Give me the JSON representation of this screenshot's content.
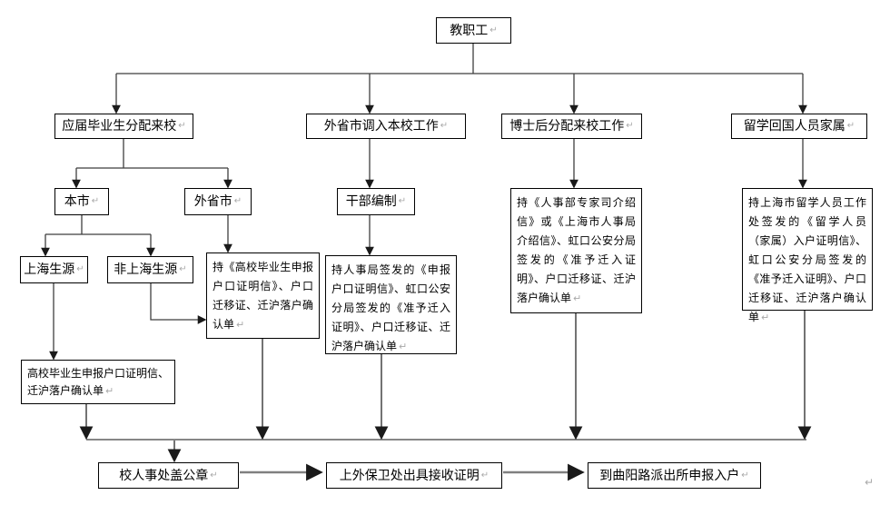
{
  "diagram": {
    "type": "flowchart",
    "nodes": {
      "staff": {
        "label": "教职工"
      },
      "fresh_grad": {
        "label": "应届毕业生分配来校"
      },
      "transfer_in": {
        "label": "外省市调入本校工作"
      },
      "postdoc": {
        "label": "博士后分配来校工作"
      },
      "returnee_family": {
        "label": "留学回国人员家属"
      },
      "local_city": {
        "label": "本市"
      },
      "other_province": {
        "label": "外省市"
      },
      "cadre": {
        "label": "干部编制"
      },
      "shanghai_origin": {
        "label": "上海生源"
      },
      "non_shanghai": {
        "label": "非上海生源"
      },
      "grad_docs": {
        "label": "持《高校毕业生申报户口证明信》、户口迁移证、迁沪落户确认单"
      },
      "transfer_docs": {
        "label": "持人事局签发的《申报户口证明信》、虹口公安分局签发的《准予迁入证明》、户口迁移证、迁沪落户确认单"
      },
      "postdoc_docs": {
        "label": "持《人事部专家司介绍信》或《上海市人事局介绍信》、虹口公安分局签发的《准予迁入证明》、户口迁移证、迁沪落户确认单"
      },
      "returnee_docs": {
        "label": "持上海市留学人员工作处签发的《留学人员（家属）入户证明信》、虹口公安分局签发的《准予迁入证明》、户口迁移证、迁沪落户确认单"
      },
      "shanghai_cert": {
        "label": "高校毕业生申报户口证明信、迁沪落户确认单"
      },
      "hr_seal": {
        "label": "校人事处盖公章"
      },
      "security_cert": {
        "label": "上外保卫处出具接收证明"
      },
      "police": {
        "label": "到曲阳路派出所申报入户"
      }
    },
    "edges": [
      {
        "from": "staff",
        "to": "fresh_grad"
      },
      {
        "from": "staff",
        "to": "transfer_in"
      },
      {
        "from": "staff",
        "to": "postdoc"
      },
      {
        "from": "staff",
        "to": "returnee_family"
      },
      {
        "from": "fresh_grad",
        "to": "local_city"
      },
      {
        "from": "fresh_grad",
        "to": "other_province"
      },
      {
        "from": "local_city",
        "to": "shanghai_origin"
      },
      {
        "from": "local_city",
        "to": "non_shanghai"
      },
      {
        "from": "shanghai_origin",
        "to": "shanghai_cert"
      },
      {
        "from": "non_shanghai",
        "to": "grad_docs"
      },
      {
        "from": "other_province",
        "to": "grad_docs"
      },
      {
        "from": "transfer_in",
        "to": "cadre"
      },
      {
        "from": "cadre",
        "to": "transfer_docs"
      },
      {
        "from": "postdoc",
        "to": "postdoc_docs"
      },
      {
        "from": "returnee_family",
        "to": "returnee_docs"
      },
      {
        "from": "shanghai_cert",
        "to": "hr_seal"
      },
      {
        "from": "grad_docs",
        "to": "hr_seal"
      },
      {
        "from": "transfer_docs",
        "to": "hr_seal"
      },
      {
        "from": "postdoc_docs",
        "to": "hr_seal"
      },
      {
        "from": "returnee_docs",
        "to": "hr_seal"
      },
      {
        "from": "hr_seal",
        "to": "security_cert"
      },
      {
        "from": "security_cert",
        "to": "police"
      }
    ]
  },
  "marks": {
    "return_mark": "↵"
  },
  "colors": {
    "box_border": "#000000",
    "line": "#3f3f3f",
    "grey_line": "#737373",
    "thick_arrow": "#808080",
    "arrowhead": "#1a1a1a",
    "background": "#ffffff"
  }
}
